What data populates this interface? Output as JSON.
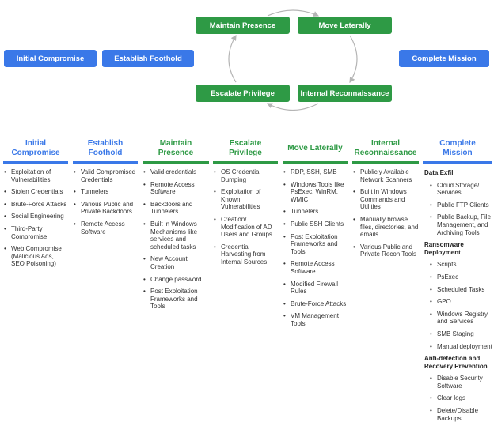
{
  "stages": {
    "initial": "Initial Compromise",
    "foothold": "Establish Foothold",
    "maintain": "Maintain Presence",
    "lateral": "Move Laterally",
    "escalate": "Escalate Privilege",
    "recon": "Internal Reconnaissance",
    "complete": "Complete Mission"
  },
  "colors": {
    "blue": "#3a78e8",
    "green": "#2e9a45"
  },
  "columns": [
    {
      "title": "Initial Compromise",
      "items": [
        "Exploitation of Vulnerabilities",
        "Stolen Credentials",
        "Brute-Force Attacks",
        "Social Engineering",
        "Third-Party Compromise",
        "Web Compromise (Malicious Ads, SEO Poisoning)"
      ]
    },
    {
      "title": "Establish Foothold",
      "items": [
        "Valid Compromised Credentials",
        "Tunnelers",
        "Various Public and Private Backdoors",
        "Remote Access Software"
      ]
    },
    {
      "title": "Maintain Presence",
      "items": [
        "Valid credentials",
        "Remote Access Software",
        "Backdoors and Tunnelers",
        "Built in Windows Mechanisms like services and scheduled tasks",
        "New Account Creation",
        "Change password",
        "Post Exploitation Frameworks and Tools"
      ]
    },
    {
      "title": "Escalate Privilege",
      "items": [
        "OS Credential Dumping",
        "Exploitation of Known Vulnerabilities",
        "Creation/ Modification of AD Users and Groups",
        "Credential Harvesting from Internal Sources"
      ]
    },
    {
      "title": "Move Laterally",
      "items": [
        "RDP, SSH, SMB",
        "Windows Tools like PsExec, WinRM, WMIC",
        "Tunnelers",
        "Public SSH Clients",
        "Post Exploitation Frameworks and Tools",
        "Remote Access Software",
        "Modified Firewall Rules",
        "Brute-Force Attacks",
        "VM Management Tools"
      ]
    },
    {
      "title": "Internal Reconnaissance",
      "items": [
        "Publicly Available Network Scanners",
        "Built in Windows Commands and Utilities",
        "Manually browse files, directories, and emails",
        "Various Public and Private Recon Tools"
      ]
    },
    {
      "title": "Complete Mission",
      "groups": [
        {
          "title": "Data Exfil",
          "items": [
            "Cloud Storage/ Services",
            "Public FTP Clients",
            "Public Backup, File Management, and Archiving Tools"
          ]
        },
        {
          "title": "Ransomware Deployment",
          "items": [
            "Scripts",
            "PsExec",
            "Scheduled Tasks",
            "GPO",
            "Windows Registry and Services",
            "SMB Staging",
            "Manual deployment"
          ]
        },
        {
          "title": "Anti-detection and Recovery Prevention",
          "items": [
            "Disable Security Software",
            "Clear logs",
            "Delete/Disable Backups"
          ]
        }
      ]
    }
  ]
}
